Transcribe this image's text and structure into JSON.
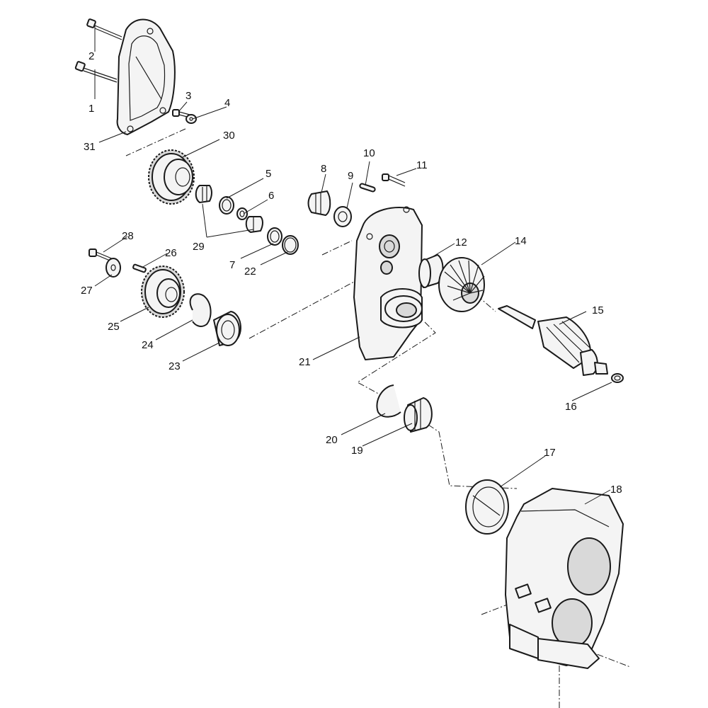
{
  "callouts": {
    "c1": "1",
    "c2": "2",
    "c3": "3",
    "c4": "4",
    "c5": "5",
    "c6": "6",
    "c7": "7",
    "c8": "8",
    "c9": "9",
    "c10": "10",
    "c11": "11",
    "c12": "12",
    "c14": "14",
    "c15": "15",
    "c16": "16",
    "c17": "17",
    "c18": "18",
    "c19": "19",
    "c20": "20",
    "c21": "21",
    "c22": "22",
    "c23": "23",
    "c24": "24",
    "c25": "25",
    "c26": "26",
    "c27": "27",
    "c28": "28",
    "c29": "29",
    "c30": "30",
    "c31": "31"
  }
}
